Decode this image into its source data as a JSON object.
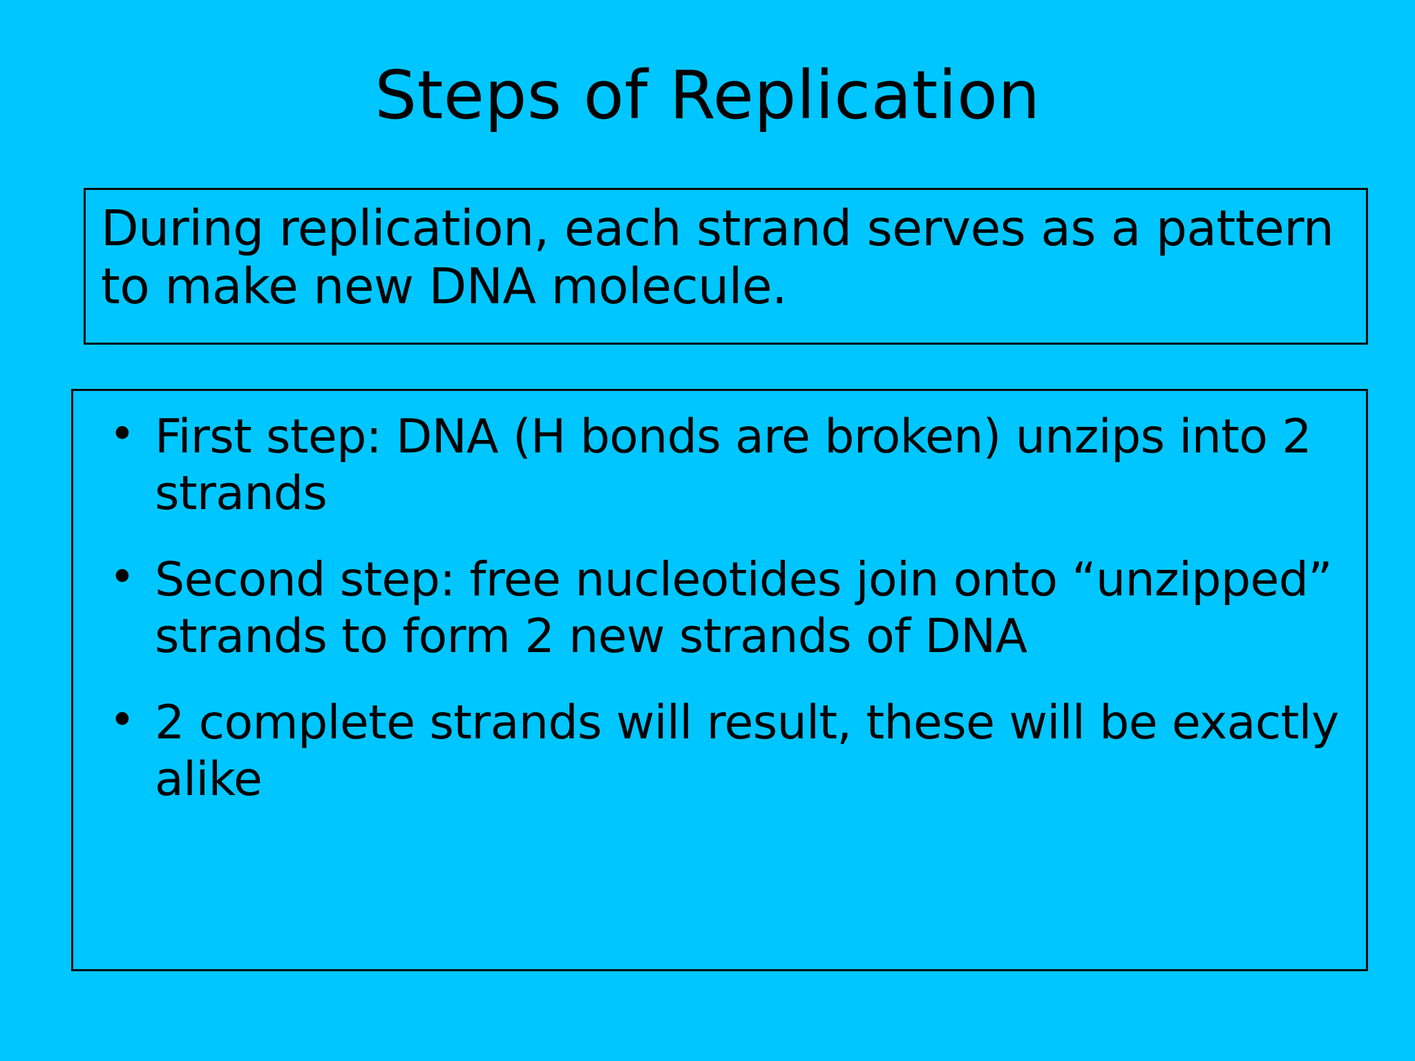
{
  "slide": {
    "title": "Steps of Replication",
    "background_color": "#00c6ff",
    "text_color": "#000000",
    "border_color": "#0a0a0a",
    "summary": {
      "text": "During replication, each strand serves as a pattern to make new DNA molecule."
    },
    "steps": {
      "bullet_glyph": "•",
      "items": [
        {
          "text": "First step: DNA (H bonds are broken) unzips into 2 strands"
        },
        {
          "text": "Second step: free nucleotides join onto “unzipped” strands to form 2 new strands of DNA"
        },
        {
          "text": "2 complete strands will result, these will be exactly alike"
        }
      ]
    }
  }
}
